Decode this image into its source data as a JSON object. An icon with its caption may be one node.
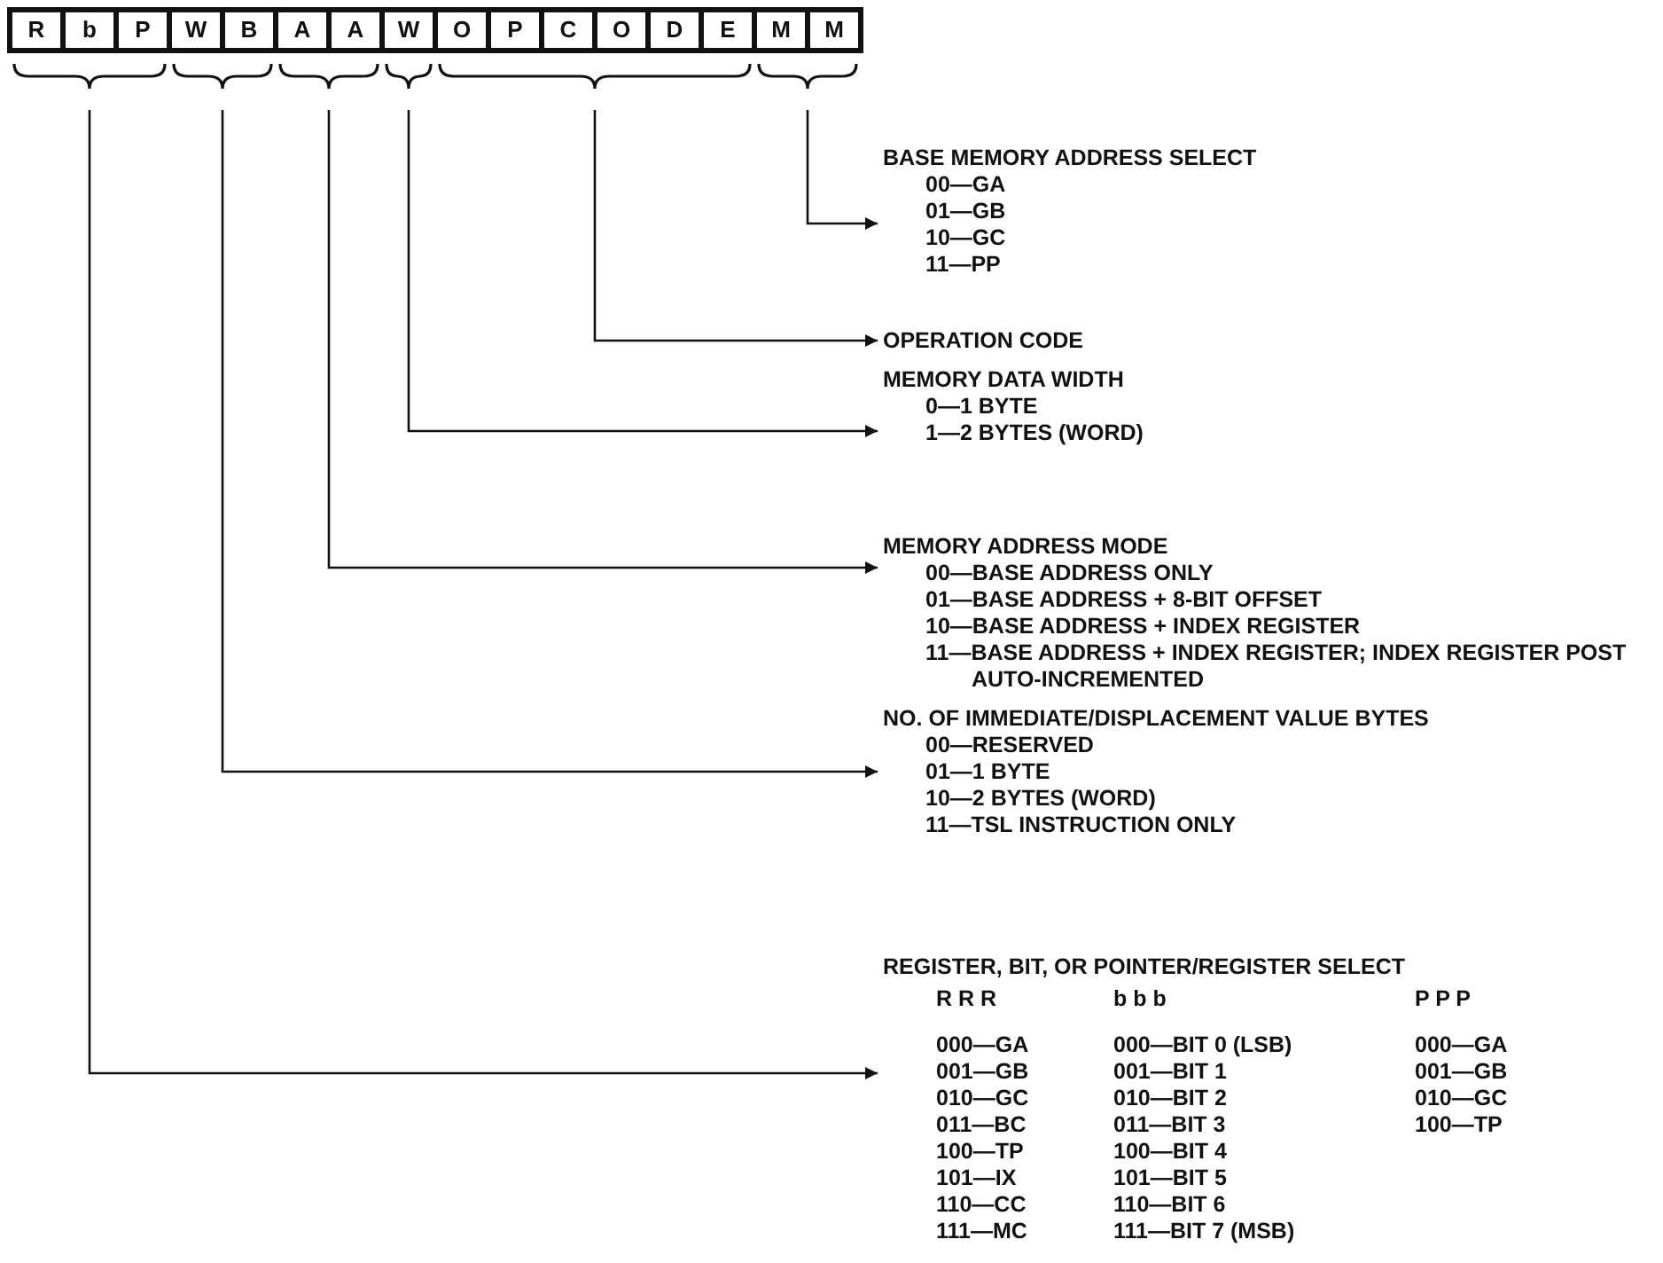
{
  "diagram": {
    "nodes": [
      {
        "text": [
          "R"
        ]
      },
      {
        "text": [
          "b"
        ]
      },
      {
        "text": [
          "P"
        ]
      },
      {
        "text": [
          "W"
        ]
      },
      {
        "text": [
          "B"
        ]
      },
      {
        "text": [
          "A"
        ]
      },
      {
        "text": [
          "A"
        ]
      },
      {
        "text": [
          "W"
        ]
      },
      {
        "text": [
          "O"
        ]
      },
      {
        "text": [
          "P"
        ]
      },
      {
        "text": [
          "C"
        ]
      },
      {
        "text": [
          "O"
        ]
      },
      {
        "text": [
          "D"
        ]
      },
      {
        "text": [
          "E"
        ]
      },
      {
        "text": [
          "M"
        ]
      },
      {
        "text": [
          "M"
        ]
      },
      {
        "text": [],
        "shape": "brace"
      },
      {
        "text": [],
        "shape": "brace"
      },
      {
        "text": [],
        "shape": "brace"
      },
      {
        "text": [],
        "shape": "brace"
      },
      {
        "text": [],
        "shape": "brace"
      },
      {
        "text": [],
        "shape": "brace"
      },
      {
        "text": [
          "BASE MEMORY ADDRESS SELECT",
          "00—GA",
          "01—GB",
          "10—GC",
          "11—PP"
        ]
      },
      {
        "text": [
          "OPERATION CODE"
        ]
      },
      {
        "text": [
          "MEMORY DATA WIDTH",
          "0—1 BYTE",
          "1—2 BYTES (WORD)"
        ]
      },
      {
        "text": [
          "MEMORY ADDRESS MODE",
          "00—BASE ADDRESS ONLY",
          "01—BASE ADDRESS + 8-BIT OFFSET",
          "10—BASE ADDRESS + INDEX REGISTER",
          "11—BASE ADDRESS + INDEX REGISTER; INDEX REGISTER POST AUTO-INCREMENTED"
        ]
      },
      {
        "text": [
          "NO. OF IMMEDIATE/DISPLACEMENT VALUE BYTES",
          "00—RESERVED",
          "01—1 BYTE",
          "10—2 BYTES (WORD)",
          "11—TSL INSTRUCTION ONLY"
        ]
      },
      {
        "text": [
          "REGISTER, BIT, OR POINTER/REGISTER SELECT",
          "R R R",
          "000—GA",
          "001—GB",
          "010—GC",
          "011—BC",
          "100—TP",
          "101—IX",
          "110—CC",
          "111—MC",
          "b b b",
          "000—BIT 0 (LSB)",
          "001—BIT 1",
          "010—BIT 2",
          "011—BIT 3",
          "100—BIT 4",
          "101—BIT 5",
          "110—BIT 6",
          "111—BIT 7 (MSB)",
          "P P P",
          "000—GA",
          "001—GB",
          "010—GC",
          "100—TP"
        ]
      }
    ],
    "edges": [
      {
        "from": 21,
        "to": 22,
        "arrow": "to"
      },
      {
        "from": 20,
        "to": 23,
        "arrow": "to"
      },
      {
        "from": 19,
        "to": 24,
        "arrow": "to"
      },
      {
        "from": 18,
        "to": 25,
        "arrow": "to"
      },
      {
        "from": 17,
        "to": 26,
        "arrow": "to"
      },
      {
        "from": 16,
        "to": 27,
        "arrow": "to"
      }
    ]
  }
}
